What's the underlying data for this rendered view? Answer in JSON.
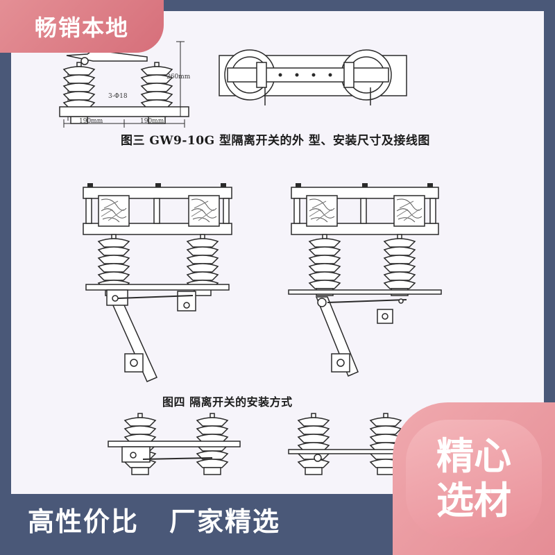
{
  "badge_top_left": "畅销本地",
  "badge_bottom_right": {
    "line1": "精心",
    "line2": "选材"
  },
  "slogan": {
    "left": "高性价比",
    "right": "厂家精选"
  },
  "figure3": {
    "caption": "图三  GW9-10G 型隔离开关的外 型、安装尺寸及接线图",
    "dim_height": "260mm",
    "dim_hole": "3-Φ18",
    "dim_left": "190mm",
    "dim_right": "190mm"
  },
  "figure4": {
    "caption": "图四 隔离开关的安装方式"
  },
  "colors": {
    "frame": "#4a5878",
    "paper": "#f6f4fa",
    "badge_pink": "#e48f95",
    "line": "#2a2a2a"
  }
}
